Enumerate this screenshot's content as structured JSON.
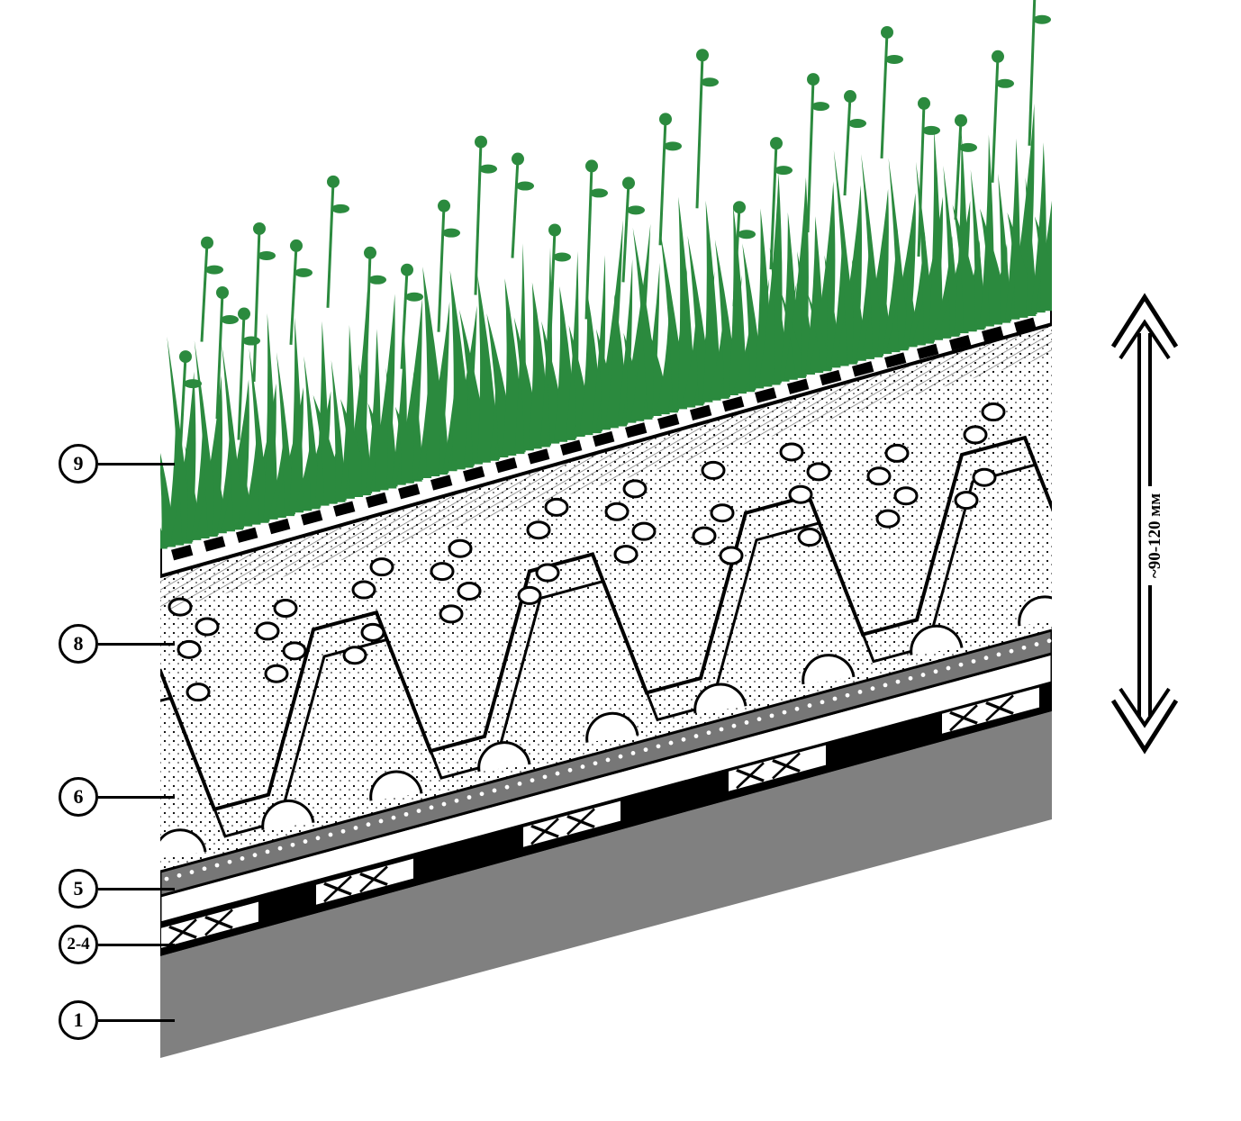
{
  "labels": {
    "l9": "9",
    "l8": "8",
    "l6": "6",
    "l5": "5",
    "l24": "2-4",
    "l1": "1"
  },
  "dimension": "~90-120 мм",
  "colors": {
    "vegetation": "#2b8a3e",
    "base_slab": "#808080",
    "membrane": "#000000",
    "gravel_band": "#777777"
  }
}
